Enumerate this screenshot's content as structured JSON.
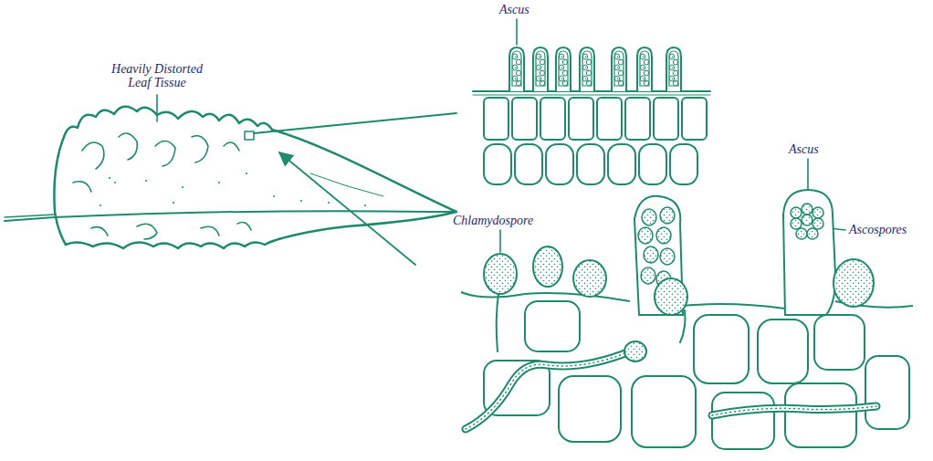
{
  "diagram": {
    "labels": [
      "Ascus",
      "Heavily Distorted Leaf Tissue",
      "Ascus",
      "Chlamydospore",
      "Ascospores"
    ]
  }
}
